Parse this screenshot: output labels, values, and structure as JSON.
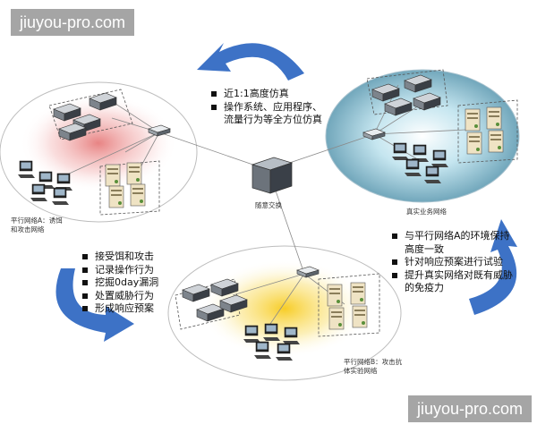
{
  "watermark_top": "jiuyou-pro.com",
  "watermark_bottom": "jiuyou-pro.com",
  "center_switch_label": "随意交换",
  "network_a_label": "平行网络A：诱饵和攻击网络",
  "network_real_label": "真实业务网络",
  "network_b_label": "平行网络B：攻击抗体实验网络",
  "bullets_top": [
    "近1:1高度仿真",
    "操作系统、应用程序、流量行为等全方位仿真"
  ],
  "bullets_left": [
    "接受饵和攻击",
    "记录操作行为",
    "挖掘0day漏洞",
    "处置威胁行为",
    "形成响应预案"
  ],
  "bullets_right": [
    "与平行网络A的环境保持高度一致",
    "针对响应预案进行试验",
    "提升真实网络对既有威胁的免疫力"
  ],
  "colors": {
    "arrow_blue": "#3d72c6",
    "glow_red": "#e06060",
    "glow_teal": "#5aa0c0",
    "glow_yellow": "#f2c200"
  }
}
